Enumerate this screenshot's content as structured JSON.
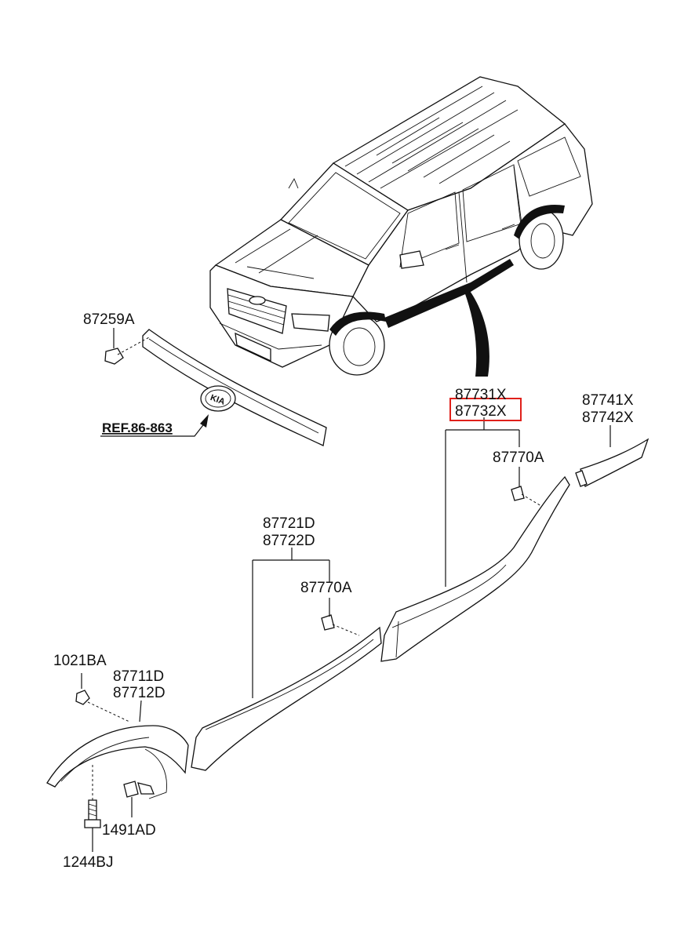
{
  "labels": {
    "p87259A": "87259A",
    "ref": "REF.86-863",
    "p87731X": "87731X",
    "p87732X": "87732X",
    "p87741X": "87741X",
    "p87742X": "87742X",
    "p87770A_upper": "87770A",
    "p87721D": "87721D",
    "p87722D": "87722D",
    "p87770A_lower": "87770A",
    "p1021BA": "1021BA",
    "p87711D": "87711D",
    "p87712D": "87712D",
    "p1491AD": "1491AD",
    "p1244BJ": "1244BJ"
  },
  "emblem_text": "KIA",
  "highlight_color": "#e0201a"
}
